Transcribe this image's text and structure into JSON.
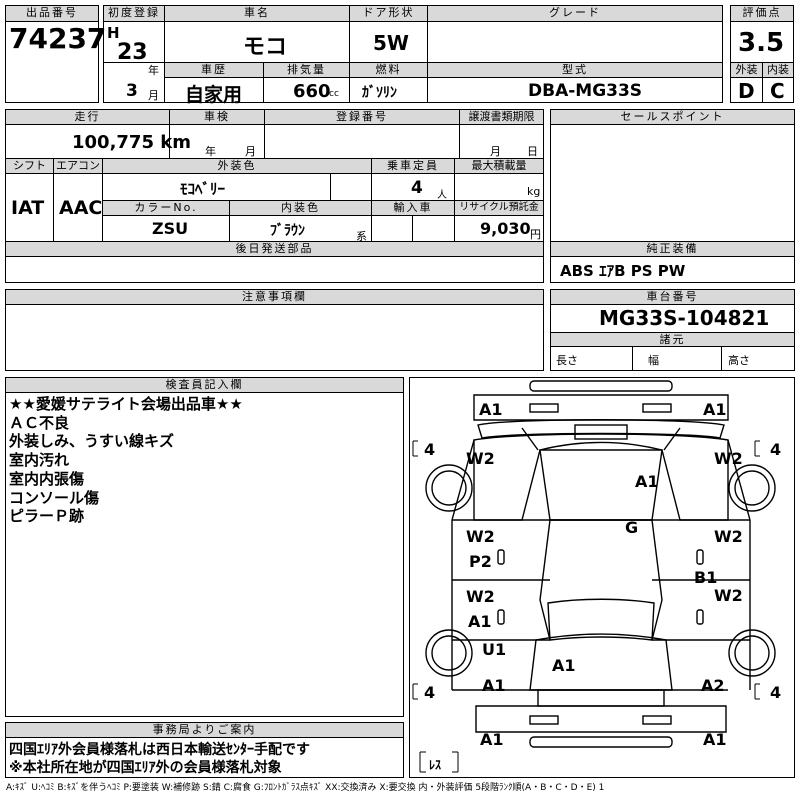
{
  "header": {
    "lot_label": "出品番号",
    "lot_no": "74237",
    "first_reg_label": "初度登録",
    "era": "H",
    "year": "23",
    "year_unit": "年",
    "month": "3",
    "month_unit": "月",
    "car_name_label": "車名",
    "car_name": "モコ",
    "door_label": "ドア形状",
    "door": "5W",
    "grade_label": "グレード",
    "grade": "",
    "score_label": "評価点",
    "score": "3.5",
    "history_label": "車歴",
    "history": "自家用",
    "displacement_label": "排気量",
    "displacement": "660",
    "displacement_unit": "cc",
    "fuel_label": "燃料",
    "fuel": "ｶﾞｿﾘﾝ",
    "model_label": "型式",
    "model": "DBA-MG33S",
    "exterior_label": "外装",
    "exterior": "D",
    "interior_label": "内装",
    "interior": "C"
  },
  "row2": {
    "mileage_label": "走行",
    "mileage": "100,775 km",
    "inspection_label": "車検",
    "insp_year_unit": "年",
    "insp_month_unit": "月",
    "reg_no_label": "登録番号",
    "transfer_label": "譲渡書類期限",
    "transfer_month_unit": "月",
    "transfer_day_unit": "日",
    "shift_label": "シフト",
    "shift": "IAT",
    "ac_label": "エアコン",
    "ac": "AAC",
    "exterior_color_label": "外装色",
    "exterior_color": "ﾓｺﾍﾞﾘｰ",
    "capacity_label": "乗車定員",
    "capacity": "4",
    "capacity_unit": "人",
    "max_load_label": "最大積載量",
    "max_load_unit": "kg",
    "color_no_label": "カラーNo.",
    "color_no": "ZSU",
    "interior_color_label": "内装色",
    "interior_color": "ﾌﾞﾗｳﾝ",
    "interior_color_suffix": "系",
    "import_label": "輸入車",
    "recycle_label": "リサイクル預託金",
    "recycle": "9,030",
    "recycle_unit": "円",
    "later_parts_label": "後日発送部品"
  },
  "right": {
    "sales_point_label": "セールスポイント",
    "equipment_label": "純正装備",
    "equipment": "ABS ｴｱB PS PW",
    "chassis_label": "車台番号",
    "chassis": "MG33S-104821",
    "spec_label": "諸元",
    "length_label": "長さ",
    "width_label": "幅",
    "height_label": "高さ"
  },
  "caution_label": "注意事項欄",
  "inspector": {
    "label": "検査員記入欄",
    "notes": [
      "★★愛媛サテライト会場出品車★★",
      "ＡＣ不良",
      "外装しみ、うすい線キズ",
      "室内汚れ",
      "室内内張傷",
      "コンソール傷",
      "ピラーＰ跡"
    ]
  },
  "office": {
    "label": "事務局よりご案内",
    "lines": [
      "四国ｴﾘｱ外会員様落札は西日本輸送ｾﾝﾀｰ手配です",
      "※本社所在地が四国ｴﾘｱ外の会員様落札対象"
    ]
  },
  "diagram": {
    "marks": {
      "front_left": "A1",
      "front_right": "A1",
      "fender_left": "W2",
      "fender_right": "W2",
      "hood": "A1",
      "roof": "G",
      "front_door_left_1": "W2",
      "front_door_left_2": "P2",
      "rear_door_left_1": "W2",
      "rear_door_left_2": "A1",
      "front_door_right": "W2",
      "rear_door_right_1": "B1",
      "rear_door_right_2": "W2",
      "quarter_left_1": "U1",
      "quarter_left_2": "A1",
      "tailgate": "A1",
      "quarter_right": "A2",
      "rear_left": "A1",
      "rear_right": "A1"
    },
    "tire_fl": "4",
    "tire_fr": "4",
    "tire_rl": "4",
    "tire_rr": "4",
    "spare": "ﾚｽ"
  },
  "legend": "A:ｷｽﾞ  U:ﾍｺﾐ  B:ｷｽﾞを伴うﾍｺﾐ  P:要塗装  W:補修跡  S:錆  C:腐食  G:ﾌﾛﾝﾄｶﾞﾗｽ点ｷｽﾞ  XX:交換済み  X:要交換   内・外装評価  5段階ﾗﾝｸ順(A・B・C・D・E)  1"
}
